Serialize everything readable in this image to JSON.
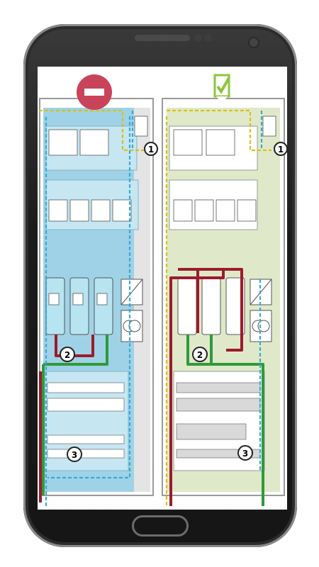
{
  "device": {
    "type": "smartphone",
    "buttons": [
      "home-button"
    ],
    "icons": [
      "speaker-grille",
      "front-camera",
      "proximity-sensor"
    ]
  },
  "diagram": {
    "panels": [
      {
        "id": "left",
        "verdict_icon": "no-entry-icon",
        "verdict_color": "#c9435a",
        "background_color": "#9fd2e6",
        "markers": [
          {
            "label": "1"
          },
          {
            "label": "2"
          },
          {
            "label": "3"
          }
        ]
      },
      {
        "id": "right",
        "verdict_icon": "checkmark-icon",
        "verdict_color": "#8cc63f",
        "background_color": "#dfe9c9",
        "markers": [
          {
            "label": "1"
          },
          {
            "label": "2"
          },
          {
            "label": "3"
          }
        ]
      }
    ],
    "colors": {
      "power_cable": "#9c1b2e",
      "ground_cable": "#2f9a3a",
      "shield_dashed": "#3aa9d6",
      "pe_dashed": "#d6c21a"
    }
  }
}
